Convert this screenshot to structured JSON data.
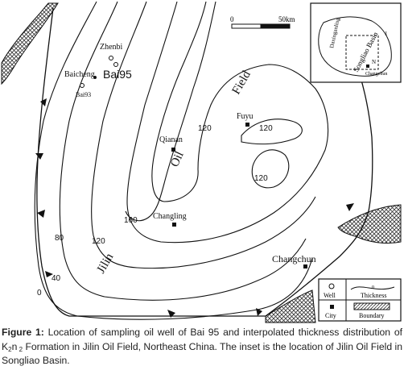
{
  "scale_bar": {
    "zero": "0",
    "end": "50km"
  },
  "cities": {
    "zhenbi": "Zhenbi",
    "baicheng": "Baicheng",
    "bai93": "Bai93",
    "qianan": "Qianan",
    "fuyu": "Fuyu",
    "changling": "Changling",
    "changchun": "Changchun"
  },
  "well_label": "Bai95",
  "field_name": {
    "word1": "Jilin",
    "word2": "Oil",
    "word3": "Field"
  },
  "contours": {
    "c0": "0",
    "c40": "40",
    "c80": "80",
    "c120a": "120",
    "c120b": "120",
    "c120c": "120",
    "c120d": "120",
    "c160": "160"
  },
  "inset": {
    "city1": "Daxinganling",
    "basin": "Songliao Basin",
    "city2": "Changchun",
    "marker": "1",
    "north": "N"
  },
  "legend": {
    "well": "Well",
    "city": "City",
    "thickness": "Thickness",
    "thickness_value": "0",
    "boundary": "Boundary"
  },
  "caption": {
    "label": "Figure 1:",
    "part1": " Location of sampling oil well of Bai 95 and interpolated thickness distribution of K",
    "sub1": "2",
    "part2": "n",
    "sub2": " 2",
    "part3": " Formation in Jilin Oil Field, Northeast China. The inset is the location of Jilin Oil Field in Songliao Basin."
  },
  "colors": {
    "line": "#111111",
    "hatch": "#333333",
    "caption_text": "#222222"
  }
}
